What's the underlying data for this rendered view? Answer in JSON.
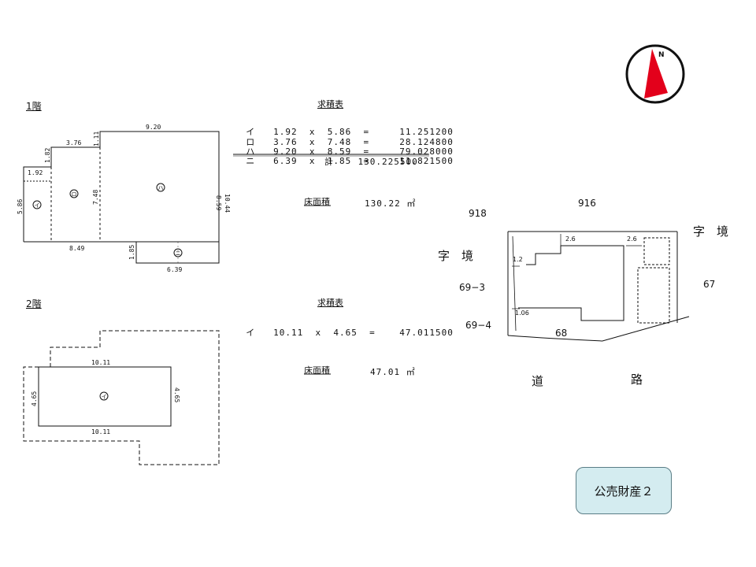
{
  "floor1": {
    "title": "1階",
    "calc_title": "求積表",
    "rows": [
      {
        "mark": "イ",
        "a": "1.92",
        "b": "5.86",
        "result": "11.251200"
      },
      {
        "mark": "ロ",
        "a": "3.76",
        "b": "7.48",
        "result": "28.124800"
      },
      {
        "mark": "ハ",
        "a": "9.20",
        "b": "8.59",
        "result": "79.028000"
      },
      {
        "mark": "ニ",
        "a": "6.39",
        "b": "1.85",
        "result": "11.821500"
      }
    ],
    "total_label": "計",
    "total_value": "130.225500",
    "floor_area_label": "床面積",
    "floor_area_value": "130.22 ㎡",
    "dims": {
      "top_920": "9.20",
      "d376": "3.76",
      "d111": "1.11",
      "d182": "1.82",
      "d192": "1.92",
      "d586": "5.86",
      "d748": "7.48",
      "d859": "8.59",
      "d1044": "10.44",
      "d849": "8.49",
      "d185": "1.85",
      "d639": "6.39"
    },
    "marks": {
      "i": "イ",
      "ro": "ロ",
      "ha": "ハ",
      "ni": "ニ"
    }
  },
  "floor2": {
    "title": "2階",
    "calc_title": "求積表",
    "row": {
      "mark": "イ",
      "a": "10.11",
      "b": "4.65",
      "result": "47.011500"
    },
    "floor_area_label": "床面積",
    "floor_area_value": "47.01 ㎡",
    "dims": {
      "top": "10.11",
      "bottom": "10.11",
      "left": "4.65",
      "right": "4.65"
    },
    "mark": "イ"
  },
  "site": {
    "lot_916": "916",
    "lot_918": "918",
    "boundary_right": "字　境",
    "boundary_left": "字　境",
    "lot_67": "67",
    "lot_693": "69−3",
    "lot_694": "69−4",
    "lot_68": "68",
    "road_1": "道",
    "road_2": "路",
    "d26a": "2.6",
    "d26b": "2.6",
    "d12": "1.2",
    "d106": "1.06"
  },
  "compass": {
    "letter": "N"
  },
  "badge": {
    "label": "公売財産２"
  },
  "symbols": {
    "times": "x",
    "equals": "="
  },
  "colors": {
    "compass_red": "#e3001b",
    "badge_bg": "#d4ecf0",
    "badge_border": "#5a7d86"
  }
}
